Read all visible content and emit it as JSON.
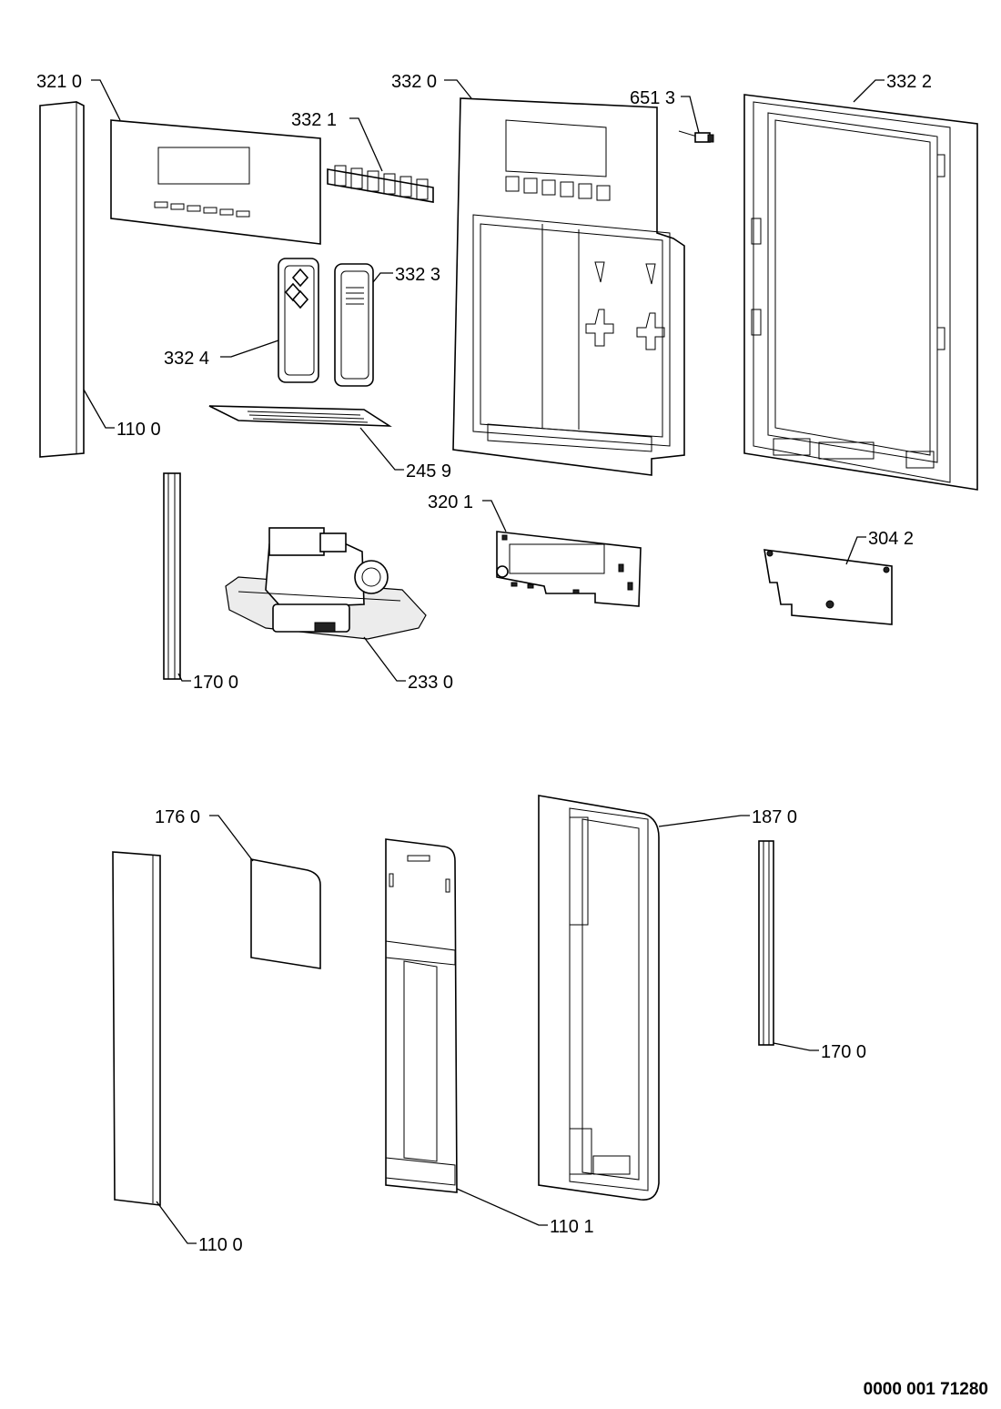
{
  "labels": {
    "p3210": "321 0",
    "p3320": "332 0",
    "p6513": "651 3",
    "p3322": "332 2",
    "p3321": "332 1",
    "p3323": "332 3",
    "p3324": "332 4",
    "p1100_top": "110 0",
    "p2459": "245 9",
    "p3201": "320 1",
    "p3042": "304 2",
    "p1700_top": "170 0",
    "p2330": "233 0",
    "p1760": "176 0",
    "p1870": "187 0",
    "p1700_bottom": "170 0",
    "p1100_bottom": "110 0",
    "p1101": "110 1"
  },
  "reference_code": "0000 001 71280"
}
